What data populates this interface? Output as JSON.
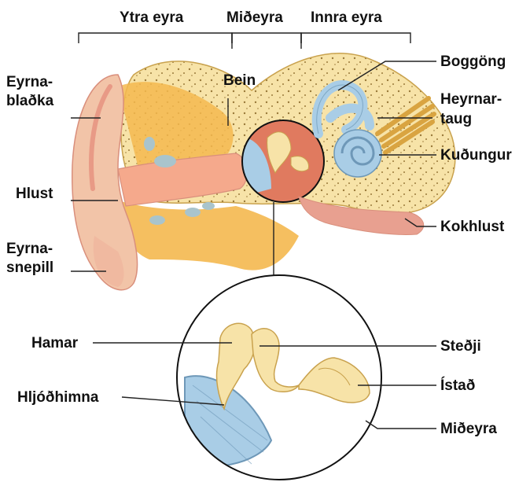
{
  "sections": {
    "outer": "Ytra eyra",
    "middle": "Miðeyra",
    "inner": "Innra eyra"
  },
  "labels": {
    "pinna_line1": "Eyrna-",
    "pinna_line2": "blaðka",
    "canal": "Hlust",
    "lobe_line1": "Eyrna-",
    "lobe_line2": "snepill",
    "bone": "Bein",
    "semicircular": "Boggöng",
    "nerve_line1": "Heyrnar-",
    "nerve_line2": "taug",
    "cochlea": "Kuðungur",
    "eustachian": "Kokhlust",
    "hammer": "Hamar",
    "eardrum": "Hljóðhimna",
    "anvil": "Steðji",
    "stirrup": "Ístað",
    "middle_ear": "Miðeyra"
  },
  "colors": {
    "skin": "#f2c4a8",
    "skin_dark": "#e89a86",
    "bone": "#f7e3a8",
    "bone_dark": "#e9c56a",
    "canal": "#f5a98c",
    "cochlea": "#a9cde6",
    "cavity": "#e07a5f",
    "nerve": "#d9a441"
  }
}
